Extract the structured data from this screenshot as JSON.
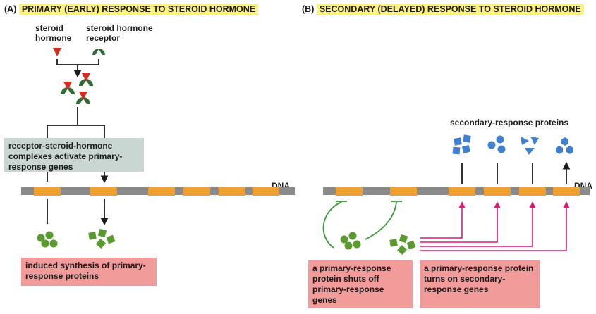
{
  "panel_a": {
    "letter": "(A)",
    "title": "PRIMARY (EARLY) RESPONSE TO STEROID HORMONE",
    "hormone_label": "steroid hormone",
    "receptor_label": "steroid hormone receptor",
    "activation_box": "receptor-steroid-hormone complexes activate primary-response genes",
    "dna_label": "DNA",
    "synthesis_box": "induced synthesis of primary-response proteins"
  },
  "panel_b": {
    "letter": "(B)",
    "title": "SECONDARY (DELAYED) RESPONSE TO STEROID HORMONE",
    "secondary_proteins_label": "secondary-response proteins",
    "dna_label": "DNA",
    "shutoff_box": "a primary-response protein shuts off primary-response genes",
    "turnon_box": "a primary-response protein turns on secondary-response genes"
  },
  "colors": {
    "hormone": "#d62a1e",
    "receptor": "#2e6b35",
    "primary_protein": "#5a9a2e",
    "secondary_protein": "#3f80d0",
    "gene": "#f0a030",
    "dna": "#8a8a8a",
    "activation_arrow": "#e0197a",
    "repression_arrow": "#3a9a3a"
  }
}
